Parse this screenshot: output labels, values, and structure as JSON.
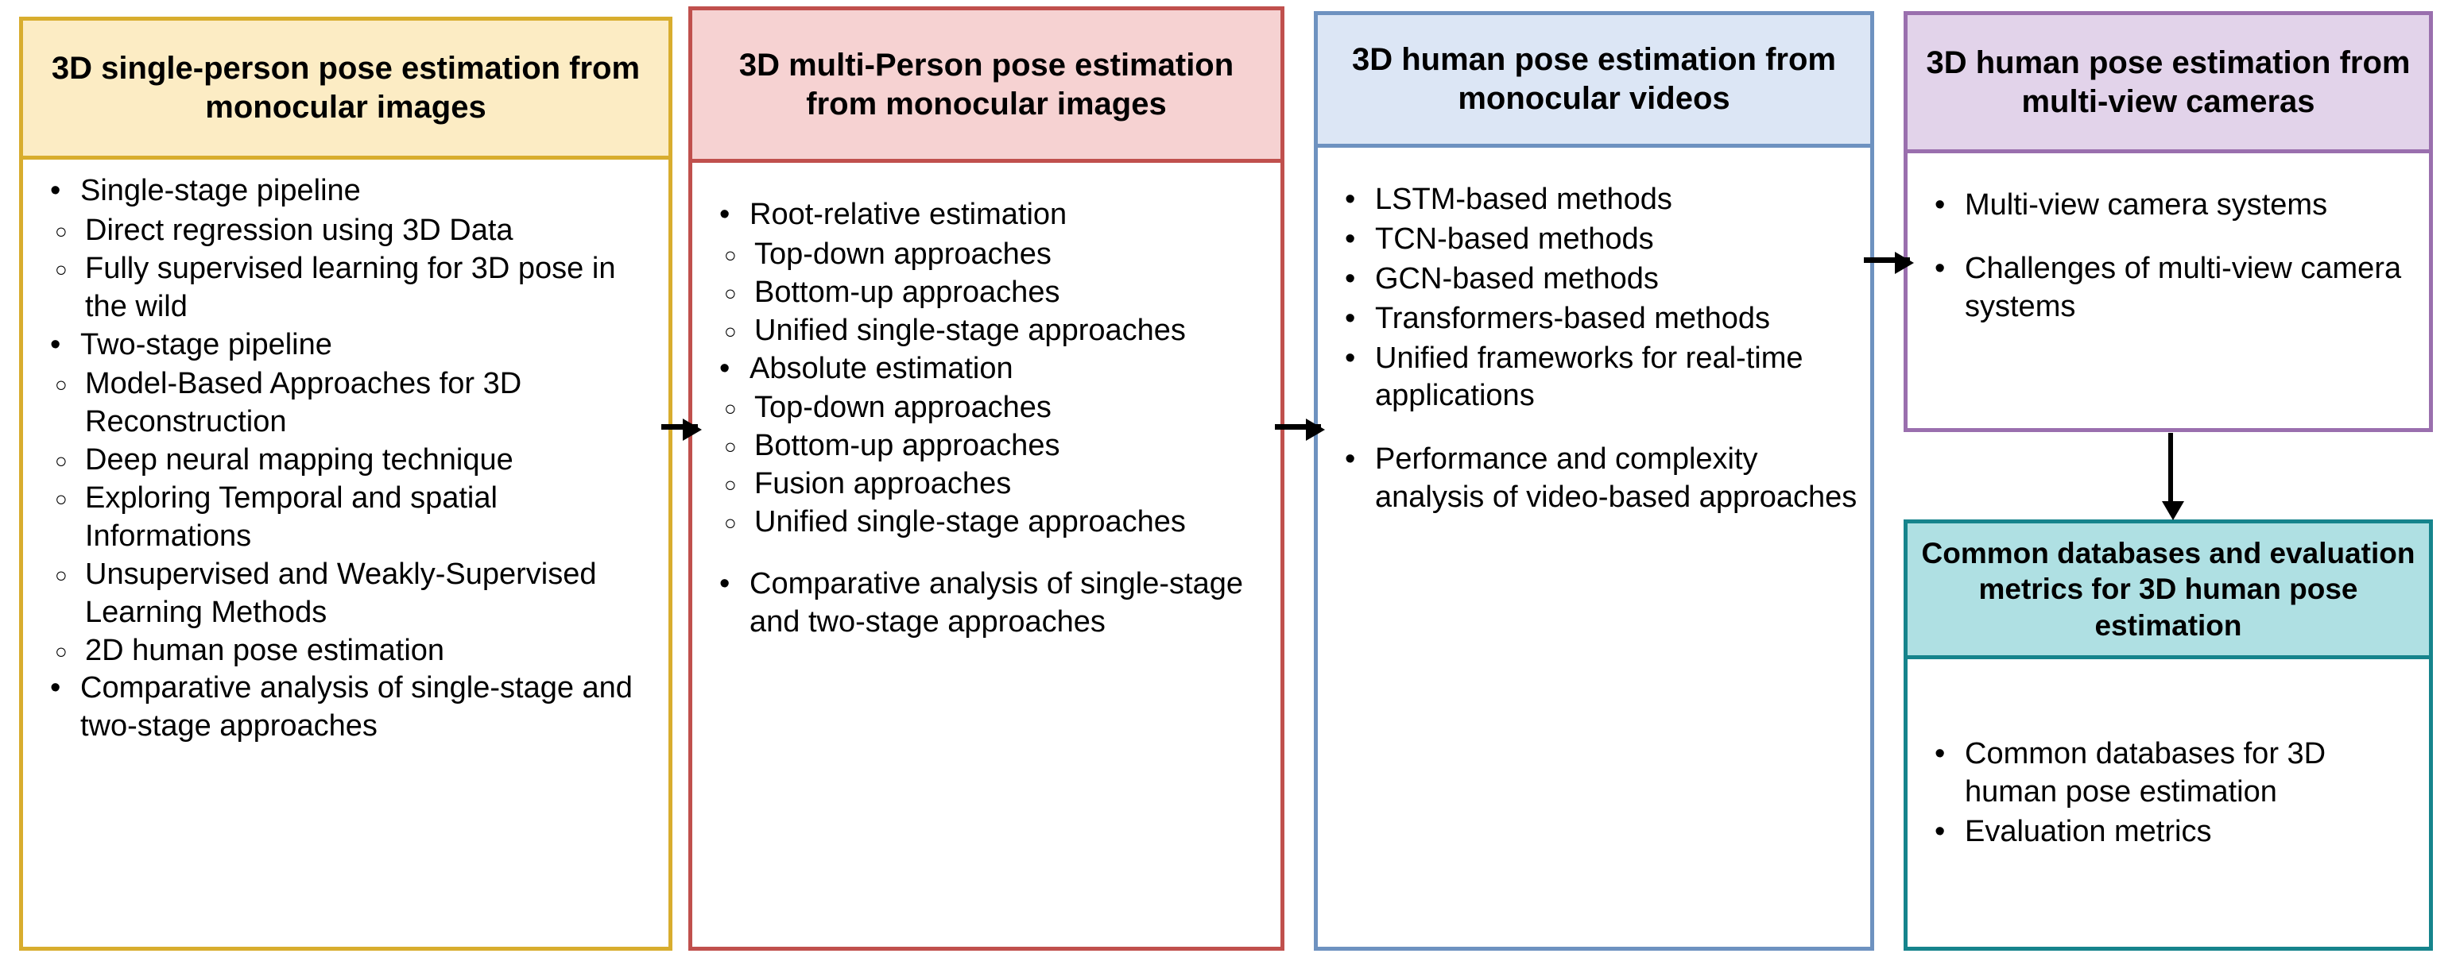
{
  "diagram": {
    "type": "flowchart",
    "title": "Taxonomy of 3D human pose estimation survey structure",
    "boxes": [
      {
        "id": "single-person",
        "header": "3D single-person pose estimation from monocular images",
        "accent": "#D8AD2E",
        "header_fill": "#FCECC4",
        "items": [
          {
            "level": 1,
            "text": "Single-stage pipeline"
          },
          {
            "level": 2,
            "text": "Direct regression using 3D Data"
          },
          {
            "level": 2,
            "text": "Fully supervised learning for 3D pose in the wild"
          },
          {
            "level": 1,
            "text": "Two-stage pipeline"
          },
          {
            "level": 2,
            "text": "Model-Based Approaches for 3D Reconstruction"
          },
          {
            "level": 2,
            "text": "Deep neural mapping technique"
          },
          {
            "level": 2,
            "text": "Exploring Temporal and spatial Informations"
          },
          {
            "level": 2,
            "text": "Unsupervised and Weakly-Supervised Learning Methods"
          },
          {
            "level": 2,
            "text": "2D human pose estimation"
          },
          {
            "level": 1,
            "text": "Comparative analysis of single-stage and two-stage approaches"
          }
        ]
      },
      {
        "id": "multi-person",
        "header": "3D multi-Person pose estimation from monocular images",
        "accent": "#C0504D",
        "header_fill": "#F6D2D2",
        "items": [
          {
            "level": 1,
            "text": "Root-relative estimation"
          },
          {
            "level": 2,
            "text": "Top-down approaches"
          },
          {
            "level": 2,
            "text": "Bottom-up approaches"
          },
          {
            "level": 2,
            "text": "Unified single-stage approaches"
          },
          {
            "level": 1,
            "text": "Absolute estimation"
          },
          {
            "level": 2,
            "text": "Top-down approaches"
          },
          {
            "level": 2,
            "text": "Bottom-up approaches"
          },
          {
            "level": 2,
            "text": "Fusion approaches"
          },
          {
            "level": 2,
            "text": "Unified single-stage approaches"
          },
          {
            "level": 0,
            "text": ""
          },
          {
            "level": 1,
            "text": "Comparative analysis of single-stage and two-stage approaches"
          }
        ]
      },
      {
        "id": "monocular-videos",
        "header": "3D human pose estimation from monocular videos",
        "accent": "#6E92C0",
        "header_fill": "#DCE6F5",
        "items": [
          {
            "level": 1,
            "text": "LSTM-based methods"
          },
          {
            "level": 1,
            "text": "TCN-based methods"
          },
          {
            "level": 1,
            "text": "GCN-based methods"
          },
          {
            "level": 1,
            "text": "Transformers-based methods"
          },
          {
            "level": 1,
            "text": "Unified frameworks for real-time applications"
          },
          {
            "level": 0,
            "text": ""
          },
          {
            "level": 1,
            "text": "Performance and complexity analysis of video-based approaches"
          }
        ]
      },
      {
        "id": "multi-view",
        "header": "3D human pose estimation from multi-view cameras",
        "accent": "#9А6FAE",
        "header_fill": "#E2D3EA",
        "items": [
          {
            "level": 1,
            "text": "Multi-view camera systems"
          },
          {
            "level": 0,
            "text": ""
          },
          {
            "level": 1,
            "text": "Challenges of multi-view camera systems"
          }
        ]
      },
      {
        "id": "databases-metrics",
        "header": "Common databases and evaluation metrics for 3D human pose estimation",
        "accent": "#16848C",
        "header_fill": "#AFE0E3",
        "items": [
          {
            "level": 1,
            "text": "Common databases for 3D human pose estimation"
          },
          {
            "level": 1,
            "text": "Evaluation metrics"
          }
        ]
      }
    ],
    "connections": [
      {
        "from": "single-person",
        "to": "multi-person",
        "direction": "right"
      },
      {
        "from": "multi-person",
        "to": "monocular-videos",
        "direction": "right"
      },
      {
        "from": "monocular-videos",
        "to": "multi-view",
        "direction": "right"
      },
      {
        "from": "multi-view",
        "to": "databases-metrics",
        "direction": "down"
      }
    ],
    "bullet_glyphs": {
      "level1": "•",
      "level2": "○"
    }
  }
}
